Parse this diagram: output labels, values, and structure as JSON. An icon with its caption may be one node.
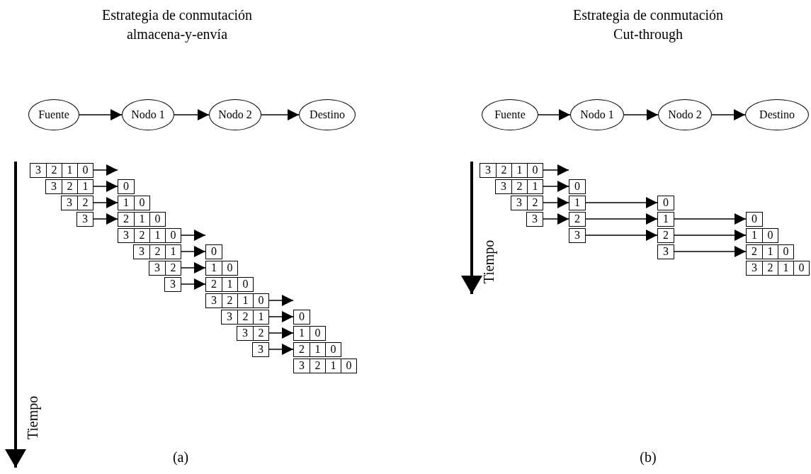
{
  "diagram": {
    "nodes": [
      {
        "text": [
          "Fuente"
        ]
      },
      {
        "text": [
          "Nodo 1"
        ]
      },
      {
        "text": [
          "Nodo 2"
        ]
      },
      {
        "text": [
          "Destino"
        ]
      },
      {
        "text": [
          "Fuente"
        ]
      },
      {
        "text": [
          "Nodo 1"
        ]
      },
      {
        "text": [
          "Nodo 2"
        ]
      },
      {
        "text": [
          "Destino"
        ]
      },
      {
        "text": [
          "3",
          "2",
          "1",
          "0"
        ]
      },
      {
        "text": [
          "3",
          "2",
          "1"
        ]
      },
      {
        "text": [
          "0"
        ]
      },
      {
        "text": [
          "3",
          "2"
        ]
      },
      {
        "text": [
          "1",
          "0"
        ]
      },
      {
        "text": [
          "3"
        ]
      },
      {
        "text": [
          "2",
          "1",
          "0"
        ]
      },
      {
        "text": [
          "3",
          "2",
          "1",
          "0"
        ]
      },
      {
        "text": [
          "3",
          "2",
          "1"
        ]
      },
      {
        "text": [
          "0"
        ]
      },
      {
        "text": [
          "3",
          "2"
        ]
      },
      {
        "text": [
          "1",
          "0"
        ]
      },
      {
        "text": [
          "3"
        ]
      },
      {
        "text": [
          "2",
          "1",
          "0"
        ]
      },
      {
        "text": [
          "3",
          "2",
          "1",
          "0"
        ]
      },
      {
        "text": [
          "3",
          "2",
          "1"
        ]
      },
      {
        "text": [
          "0"
        ]
      },
      {
        "text": [
          "3",
          "2"
        ]
      },
      {
        "text": [
          "1",
          "0"
        ]
      },
      {
        "text": [
          "3"
        ]
      },
      {
        "text": [
          "2",
          "1",
          "0"
        ]
      },
      {
        "text": [
          "3",
          "2",
          "1",
          "0"
        ]
      },
      {
        "text": [
          "3",
          "2",
          "1",
          "0"
        ]
      },
      {
        "text": [
          "3",
          "2",
          "1"
        ]
      },
      {
        "text": [
          "0"
        ]
      },
      {
        "text": [
          "3",
          "2"
        ]
      },
      {
        "text": [
          "1"
        ]
      },
      {
        "text": [
          "0"
        ]
      },
      {
        "text": [
          "3"
        ]
      },
      {
        "text": [
          "2"
        ]
      },
      {
        "text": [
          "1"
        ]
      },
      {
        "text": [
          "0"
        ]
      },
      {
        "text": [
          "3"
        ]
      },
      {
        "text": [
          "2"
        ]
      },
      {
        "text": [
          "1",
          "0"
        ]
      },
      {
        "text": [
          "3"
        ]
      },
      {
        "text": [
          "2",
          "1",
          "0"
        ]
      },
      {
        "text": [
          "3",
          "2",
          "1",
          "0"
        ]
      }
    ],
    "edges": [
      {
        "from": 0,
        "to": 1,
        "arrow": "to"
      },
      {
        "from": 1,
        "to": 2,
        "arrow": "to"
      },
      {
        "from": 2,
        "to": 3,
        "arrow": "to"
      },
      {
        "from": 4,
        "to": 5,
        "arrow": "to"
      },
      {
        "from": 5,
        "to": 6,
        "arrow": "to"
      },
      {
        "from": 6,
        "to": 7,
        "arrow": "to"
      },
      {
        "from": 8,
        "to": 10,
        "arrow": "to"
      },
      {
        "from": 9,
        "to": 10,
        "arrow": "to"
      },
      {
        "from": 11,
        "to": 12,
        "arrow": "to"
      },
      {
        "from": 13,
        "to": 14,
        "arrow": "to"
      },
      {
        "from": 15,
        "to": 17,
        "arrow": "to"
      },
      {
        "from": 16,
        "to": 17,
        "arrow": "to"
      },
      {
        "from": 18,
        "to": 19,
        "arrow": "to"
      },
      {
        "from": 20,
        "to": 21,
        "arrow": "to"
      },
      {
        "from": 22,
        "to": 24,
        "arrow": "to"
      },
      {
        "from": 23,
        "to": 24,
        "arrow": "to"
      },
      {
        "from": 25,
        "to": 26,
        "arrow": "to"
      },
      {
        "from": 27,
        "to": 28,
        "arrow": "to"
      },
      {
        "from": 30,
        "to": 32,
        "arrow": "to"
      },
      {
        "from": 31,
        "to": 32,
        "arrow": "to"
      },
      {
        "from": 33,
        "to": 34,
        "arrow": "to"
      },
      {
        "from": 34,
        "to": 35,
        "arrow": "to"
      },
      {
        "from": 36,
        "to": 37,
        "arrow": "to"
      },
      {
        "from": 37,
        "to": 38,
        "arrow": "to"
      },
      {
        "from": 38,
        "to": 39,
        "arrow": "to"
      },
      {
        "from": 40,
        "to": 41,
        "arrow": "to"
      },
      {
        "from": 41,
        "to": 42,
        "arrow": "to"
      },
      {
        "from": 43,
        "to": 44,
        "arrow": "to"
      }
    ],
    "labels": [
      "Estrategia de conmutación almacena-y-envía",
      "Estrategia de conmutación Cut-through",
      "Tiempo",
      "Tiempo",
      "(a)",
      "(b)"
    ]
  }
}
